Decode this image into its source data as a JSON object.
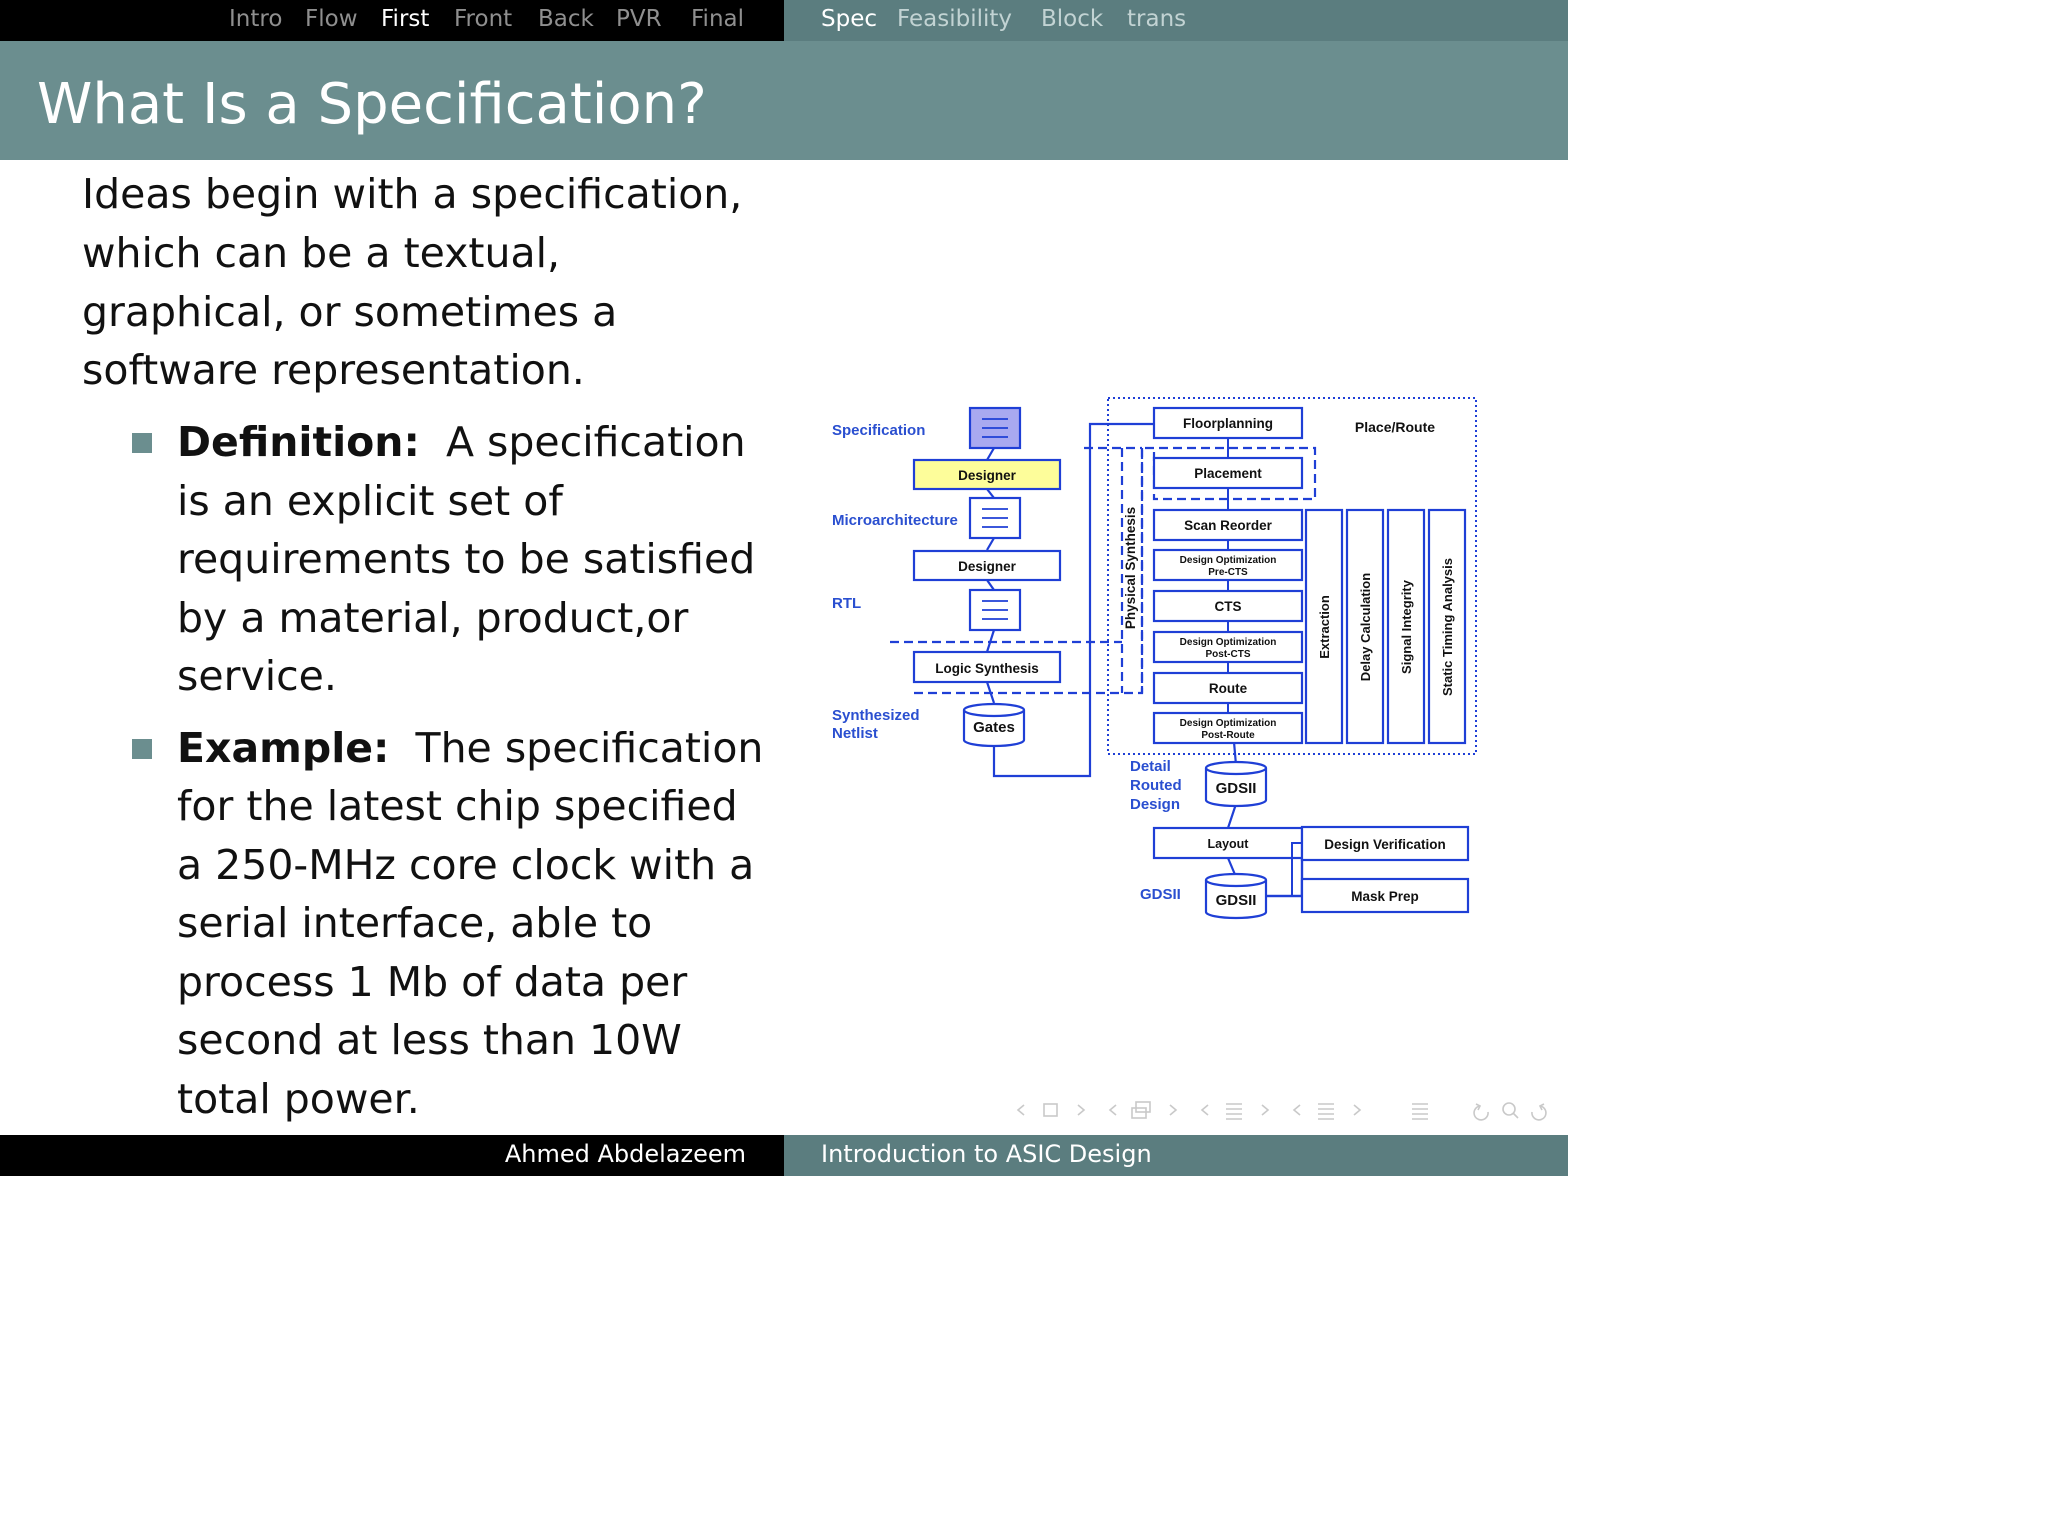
{
  "nav": {
    "sections": [
      "Intro",
      "Flow",
      "First",
      "Front",
      "Back",
      "PVR",
      "Final"
    ],
    "active_section": "First",
    "subsections": [
      "Spec",
      "Feasibility",
      "Block",
      "trans"
    ],
    "active_subsection": "Spec"
  },
  "title": "What Is a Specification?",
  "intro_lines": [
    "Ideas begin with a specification,",
    "which can be a textual,",
    "graphical, or sometimes a",
    "software representation."
  ],
  "definition": {
    "term": "Definition:",
    "lines": [
      "A specification",
      "is an explicit set of",
      "requirements to be satisfied",
      "by a material, product,or",
      "service."
    ]
  },
  "example": {
    "term": "Example:",
    "lines": [
      "The specification",
      "for the latest chip specified",
      "a 250-MHz core clock with a",
      "serial interface, able to",
      "process 1 Mb of data per",
      "second at less than 10W",
      "total power."
    ]
  },
  "diagram": {
    "stage_labels": {
      "specification": "Specification",
      "microarchitecture": "Microarchitecture",
      "rtl": "RTL",
      "synthesized_1": "Synthesized",
      "synthesized_2": "Netlist",
      "detail_1": "Detail",
      "detail_2": "Routed",
      "detail_3": "Design",
      "gdsii_label": "GDSII"
    },
    "designer_1": "Designer",
    "designer_2": "Designer",
    "logic_synthesis": "Logic Synthesis",
    "gates": "Gates",
    "physical_synthesis": "Physical Synthesis",
    "place_route": "Place/Route",
    "steps": {
      "floorplanning": "Floorplanning",
      "placement": "Placement",
      "scan_reorder": "Scan Reorder",
      "opt_pre_1": "Design Optimization",
      "opt_pre_2": "Pre-CTS",
      "cts": "CTS",
      "opt_post_1": "Design Optimization",
      "opt_post_2": "Post-CTS",
      "route": "Route",
      "opt_route_1": "Design Optimization",
      "opt_route_2": "Post-Route"
    },
    "analysis": {
      "extraction": "Extraction",
      "delay": "Delay Calculation",
      "signal": "Signal Integrity",
      "sta": "Static Timing Analysis"
    },
    "gdsii_1": "GDSII",
    "gdsii_2": "GDSII",
    "layout": "Layout",
    "design_verification": "Design Verification",
    "mask_prep": "Mask Prep",
    "colors": {
      "line": "#1f3fd6",
      "label": "#2a4fd0",
      "spec_fill": "#a9a9f0",
      "designer_fill": "#fdfd9a"
    }
  },
  "footer": {
    "author": "Ahmed Abdelazeem",
    "course": "Introduction to ASIC Design"
  },
  "colors": {
    "bar_dark": "#000000",
    "bar_teal": "#5b7d7f",
    "title_band": "#6b8e8f"
  }
}
